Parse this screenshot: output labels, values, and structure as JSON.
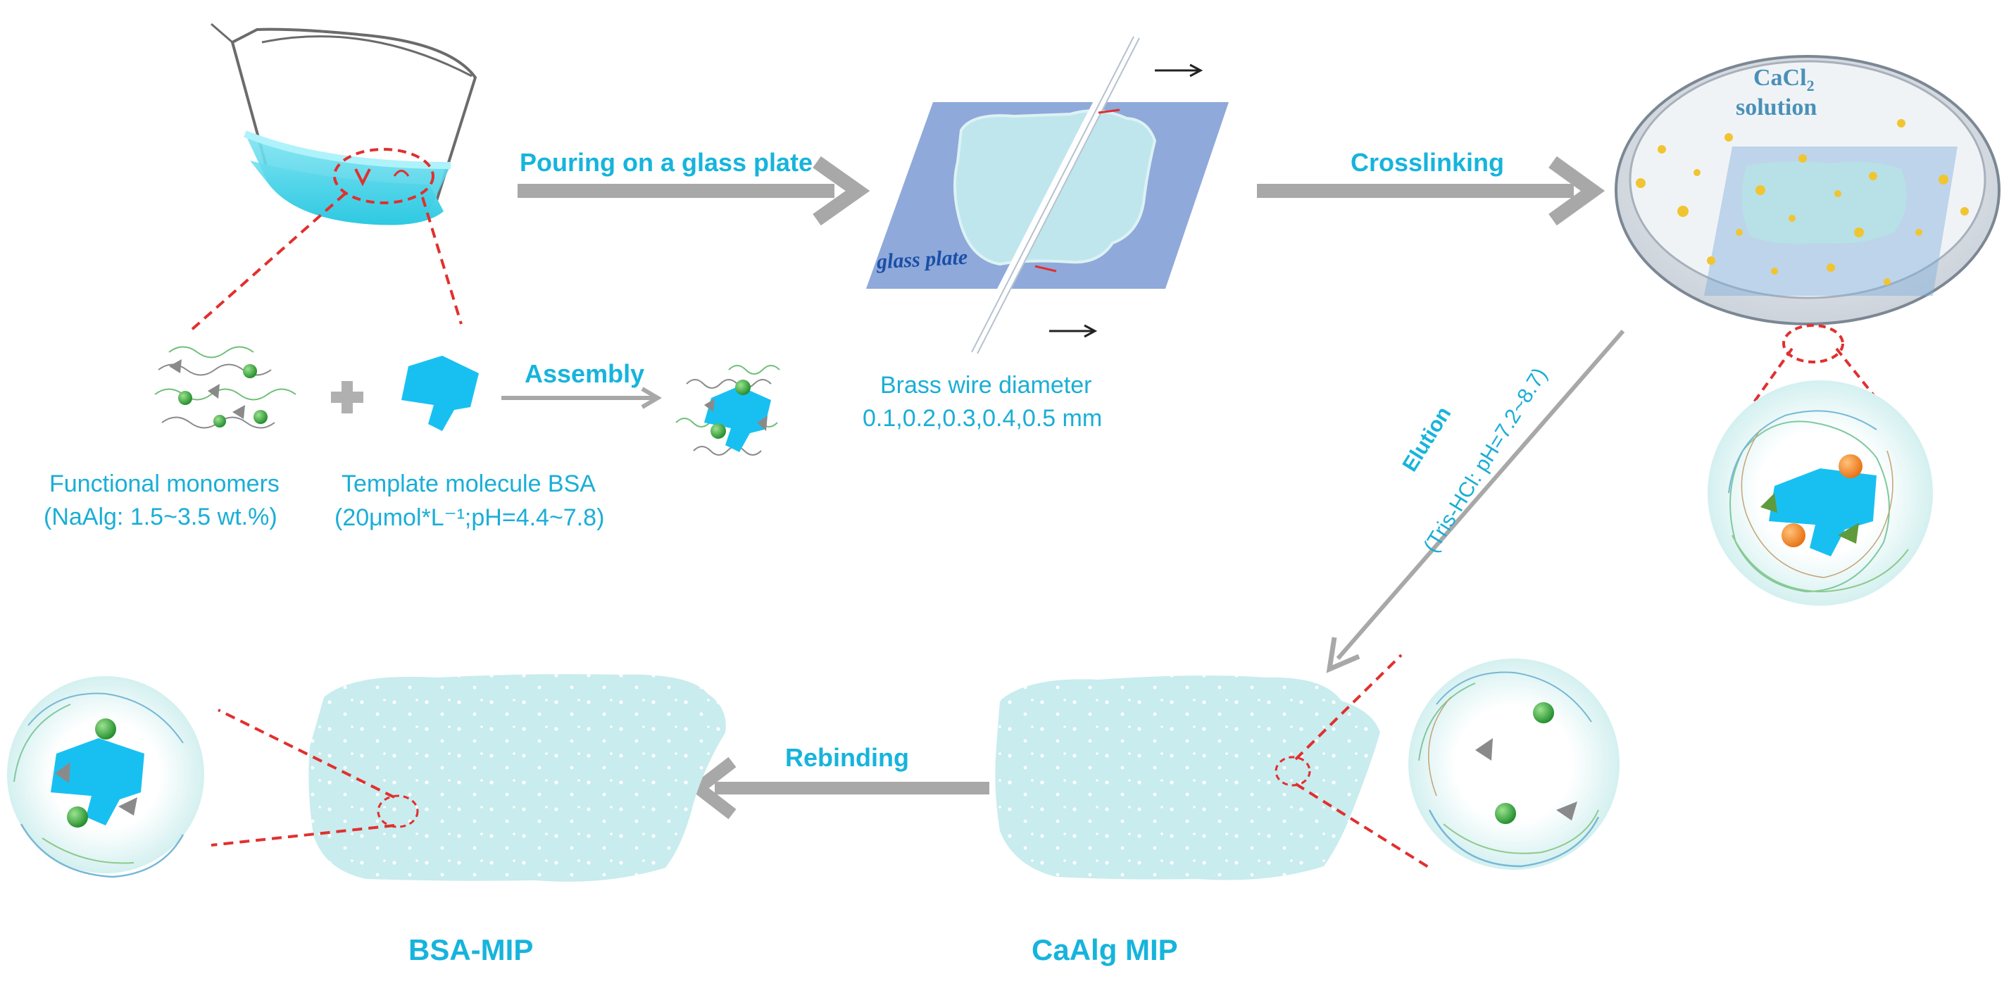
{
  "steps": {
    "pouring": "Pouring  on a glass plate",
    "crosslinking": "Crosslinking",
    "assembly": "Assembly",
    "elution": "Elution",
    "elution_condition": "(Tris-HCl: pH=7.2~8.7)",
    "rebinding": "Rebinding"
  },
  "labels": {
    "glass_plate": "glass plate",
    "cacl2_main": "CaCl",
    "cacl2_sub": "2",
    "solution": "solution",
    "brass_wire": "Brass wire diameter",
    "brass_values": "0.1,0.2,0.3,0.4,0.5  mm",
    "functional_monomers": "Functional monomers",
    "functional_conditions": "(NaAlg: 1.5~3.5 wt.%)",
    "template_molecule": "Template molecule BSA",
    "template_conditions": "(20μmol*L⁻¹;pH=4.4~7.8)",
    "bsa_mip": "BSA-MIP",
    "caalg_mip": "CaAlg  MIP"
  },
  "colors": {
    "label_cyan": "#16b4dc",
    "arrow_gray": "#a8a8a8",
    "protein_blue": "#18c0f2",
    "gel_bg": "#c9ecee",
    "dash_red": "#e0302e",
    "monomer_green": "#2fa63a",
    "calcium_orange": "#f2841d",
    "glass_blue": "#7b9ad4"
  }
}
